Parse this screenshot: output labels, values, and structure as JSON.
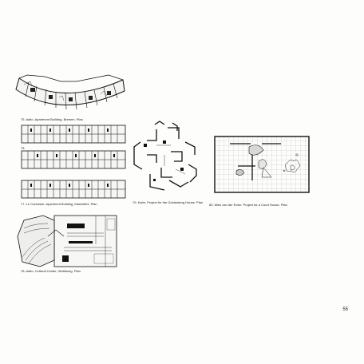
{
  "page": {
    "number": "55"
  },
  "figures": [
    {
      "id": "fig75",
      "caption": "75. Aalto. Apartment Building, Bremen. Plan"
    },
    {
      "id": "fig76",
      "label": "76",
      "caption": ""
    },
    {
      "id": "fig77",
      "caption": "77. Le Corbusier. Apartment Building, Marseilles. Plan"
    },
    {
      "id": "fig78",
      "caption": "78. Aalto. Cultural Center, Wolfsburg. Plan"
    },
    {
      "id": "fig79",
      "caption": "79. Kahn. Project for the Goldenberg House. Plan"
    },
    {
      "id": "fig80",
      "caption": "80. Mies van der Rohe. Project for a Court House. Plan"
    }
  ]
}
